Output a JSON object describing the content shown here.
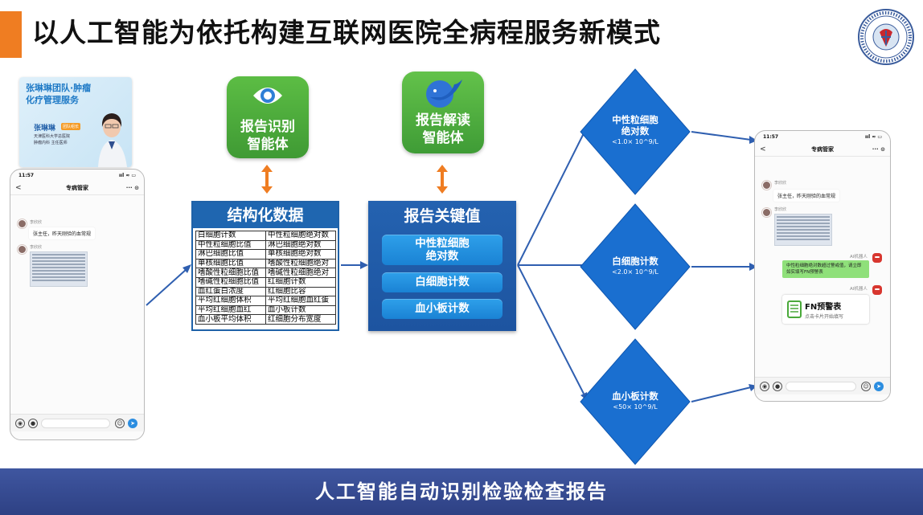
{
  "header": {
    "title": "以人工智能为依托构建互联网医院全病程服务新模式",
    "accent_color": "#ef7d22",
    "logo_icon": "hospital-seal-icon"
  },
  "doctor_card": {
    "team": "张琳琳团队·肿瘤化疗管理服务",
    "name": "张琳琳",
    "badge": "团队组长",
    "line1": "天津医科大学总医院",
    "line2": "肿瘤内科  主任医师"
  },
  "left_phone": {
    "time": "11:57",
    "signal": "ııl ≈ ▭",
    "title": "专病管家",
    "back": "<",
    "more": "··· ⊙",
    "sender1": "李欣欣",
    "message1": "张主任，昨天刚验的血常规",
    "sender2": "李欣欣"
  },
  "agents": {
    "recognize": {
      "line1": "报告识别",
      "line2": "智能体",
      "icon": "eye-icon"
    },
    "interpret": {
      "line1": "报告解读",
      "line2": "智能体",
      "icon": "whale-icon"
    }
  },
  "structured": {
    "title": "结构化数据",
    "rows": [
      [
        "白细胞计数",
        "中性粒细胞绝对数"
      ],
      [
        "中性粒细胞比值",
        "淋巴细胞绝对数"
      ],
      [
        "淋巴细胞比值",
        "单核细胞绝对数"
      ],
      [
        "单核细胞比值",
        "嗜酸性粒细胞绝对"
      ],
      [
        "嗜酸性粒细胞比值",
        "嗜碱性粒细胞绝对"
      ],
      [
        "嗜碱性粒细胞比值",
        "红细胞计数"
      ],
      [
        "血红蛋白浓度",
        "红细胞比容"
      ],
      [
        "平均红细胞体积",
        "平均红细胞血红蛋"
      ],
      [
        "平均红细胞血红",
        "血小板计数"
      ],
      [
        "血小板平均体积",
        "红细胞分布宽度"
      ]
    ]
  },
  "key_values": {
    "title": "报告关键值",
    "items": [
      "中性粒细胞\n绝对数",
      "白细胞计数",
      "血小板计数"
    ]
  },
  "diamonds": [
    {
      "label1": "中性粒细胞",
      "label2": "绝对数",
      "threshold": "<1.0× 10^9/L"
    },
    {
      "label1": "白细胞计数",
      "label2": "",
      "threshold": "<2.0× 10^9/L"
    },
    {
      "label1": "血小板计数",
      "label2": "",
      "threshold": "<50× 10^9/L"
    }
  ],
  "right_phone": {
    "time": "11:57",
    "signal": "ııl ≈ ▭",
    "title": "专病管家",
    "back": "<",
    "more": "··· ⊙",
    "sender1": "李欣欣",
    "message1": "张主任，昨天刚验的血常规",
    "sender2": "李欣欣",
    "ai_label1": "AI机器人",
    "ai_message": "中性粒细胞绝对数超过警戒值，请立即如实填写FN预警表",
    "ai_label2": "AI机器人",
    "card_title": "FN预警表",
    "card_sub": "点击卡片开始填写"
  },
  "footer": {
    "text": "人工智能自动识别检验检查报告"
  },
  "colors": {
    "primary_blue": "#1f66b0",
    "diamond_blue": "#1a6fd0",
    "agent_green": "#4aa93a",
    "footer_blue": "#34498f"
  }
}
